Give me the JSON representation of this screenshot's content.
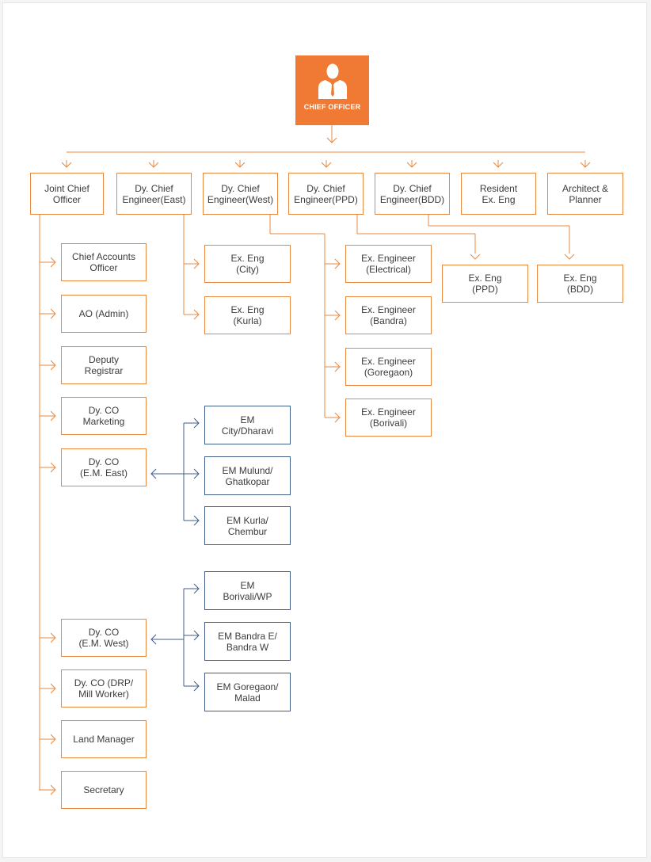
{
  "chief": {
    "label": "CHIEF OFFICER",
    "icon": "person-in-suit-icon",
    "color": "#f07a33"
  },
  "colors": {
    "orange": "#e8873f",
    "blue": "#3f5e8a"
  },
  "level1": [
    "Joint Chief\nOfficer",
    "Dy. Chief\nEngineer(East)",
    "Dy. Chief\nEngineer(West)",
    "Dy. Chief\nEngineer(PPD)",
    "Dy. Chief\nEngineer(BDD)",
    "Resident\nEx. Eng",
    "Architect &\nPlanner"
  ],
  "joint_reports": [
    "Chief Accounts\nOfficer",
    "AO (Admin)",
    "Deputy\nRegistrar",
    "Dy. CO\nMarketing",
    "Dy. CO\n(E.M. East)",
    "Dy. CO\n(E.M. West)",
    "Dy. CO (DRP/\nMill Worker)",
    "Land Manager",
    "Secretary"
  ],
  "east_reports": [
    "Ex. Eng\n(City)",
    "Ex. Eng\n(Kurla)"
  ],
  "west_reports": [
    "Ex. Engineer\n(Electrical)",
    "Ex. Engineer\n(Bandra)",
    "Ex. Engineer\n(Goregaon)",
    "Ex. Engineer\n(Borivali)"
  ],
  "ppd_reports": [
    "Ex. Eng\n(PPD)"
  ],
  "bdd_reports": [
    "Ex. Eng\n(BDD)"
  ],
  "em_east_reports": [
    "EM\nCity/Dharavi",
    "EM Mulund/\nGhatkopar",
    "EM Kurla/\nChembur"
  ],
  "em_west_reports": [
    "EM\nBorivali/WP",
    "EM Bandra E/\nBandra W",
    "EM Goregaon/\nMalad"
  ]
}
